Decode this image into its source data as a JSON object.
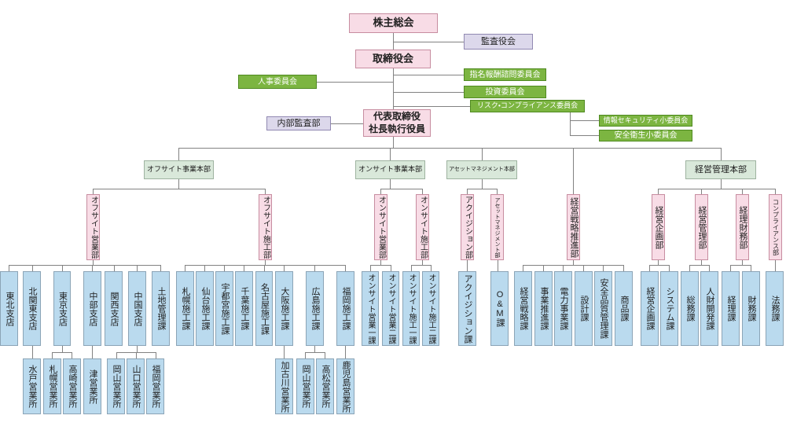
{
  "diagram": {
    "kind": "organization-chart",
    "language": "ja"
  },
  "colors": {
    "background": "#ffffff",
    "connector_line": "#828282",
    "box_styles": {
      "pink": {
        "fill": "#f8dce6",
        "border": "#c78da0",
        "text": "#1e1e1e"
      },
      "green": {
        "fill": "#7cb541",
        "border": "#4f8a20",
        "text": "#ffffff"
      },
      "lightgreen": {
        "fill": "#d9e8da",
        "border": "#9eb3a0",
        "text": "#1e1e1e"
      },
      "lavender": {
        "fill": "#dcd8eb",
        "border": "#9189b2",
        "text": "#1e1e1e"
      },
      "blue": {
        "fill": "#badaee",
        "border": "#8ba4b6",
        "text": "#1e1e1e"
      }
    }
  },
  "nodes": [
    {
      "id": "shareholders-meeting",
      "label": "株主総会",
      "type": "pink",
      "parent": null
    },
    {
      "id": "audit-board",
      "label": "監査役会",
      "type": "lavender",
      "parent": "shareholders-meeting"
    },
    {
      "id": "board-of-directors",
      "label": "取締役会",
      "type": "pink",
      "parent": "shareholders-meeting"
    },
    {
      "id": "hr-committee",
      "label": "人事委員会",
      "type": "green",
      "parent": "board-of-directors"
    },
    {
      "id": "nomination-compensation-committee",
      "label": "指名報酬諮問委員会",
      "type": "green",
      "parent": "board-of-directors"
    },
    {
      "id": "investment-committee",
      "label": "投資委員会",
      "type": "green",
      "parent": "board-of-directors"
    },
    {
      "id": "risk-compliance-committee",
      "label": "リスク・コンプライアンス委員会",
      "type": "green",
      "parent": "board-of-directors"
    },
    {
      "id": "info-security-subcommittee",
      "label": "情報セキュリティ小委員会",
      "type": "green",
      "parent": "risk-compliance-committee"
    },
    {
      "id": "safety-health-subcommittee",
      "label": "安全衛生小委員会",
      "type": "green",
      "parent": "risk-compliance-committee"
    },
    {
      "id": "internal-audit-dept",
      "label": "内部監査部",
      "type": "lavender",
      "parent": "president"
    },
    {
      "id": "president",
      "label": "代表取締役\n社長執行役員",
      "type": "pink",
      "parent": "board-of-directors"
    },
    {
      "id": "offsite-hq",
      "label": "オフサイト事業本部",
      "type": "lightgreen",
      "parent": "president"
    },
    {
      "id": "onsite-hq",
      "label": "オンサイト事業本部",
      "type": "lightgreen",
      "parent": "president"
    },
    {
      "id": "asset-management-hq",
      "label": "アセットマネジメント本部",
      "type": "lightgreen",
      "parent": "president"
    },
    {
      "id": "management-hq",
      "label": "経営管理本部",
      "type": "lightgreen",
      "parent": "president"
    },
    {
      "id": "offsite-sales-dept",
      "label": "オフサイト営業部",
      "type": "pink",
      "parent": "offsite-hq"
    },
    {
      "id": "offsite-construction-dept",
      "label": "オフサイト施工部",
      "type": "pink",
      "parent": "offsite-hq"
    },
    {
      "id": "onsite-sales-dept",
      "label": "オンサイト営業部",
      "type": "pink",
      "parent": "onsite-hq"
    },
    {
      "id": "onsite-construction-dept",
      "label": "オンサイト施工部",
      "type": "pink",
      "parent": "onsite-hq"
    },
    {
      "id": "acquisition-dept",
      "label": "アクイジション部",
      "type": "pink",
      "parent": "asset-management-hq"
    },
    {
      "id": "asset-management-dept",
      "label": "アセットマネジメント部",
      "type": "pink",
      "parent": "asset-management-hq"
    },
    {
      "id": "strategy-promotion-dept",
      "label": "経営戦略推進部",
      "type": "pink",
      "parent": "president"
    },
    {
      "id": "corporate-planning-dept",
      "label": "経営企画部",
      "type": "pink",
      "parent": "management-hq"
    },
    {
      "id": "corporate-admin-dept",
      "label": "経営管理部",
      "type": "pink",
      "parent": "management-hq"
    },
    {
      "id": "accounting-finance-dept",
      "label": "経理財務部",
      "type": "pink",
      "parent": "management-hq"
    },
    {
      "id": "compliance-dept",
      "label": "コンプライアンス部",
      "type": "pink",
      "parent": "management-hq"
    },
    {
      "id": "tohoku-branch",
      "label": "東北支店",
      "type": "blue",
      "parent": "offsite-sales-dept"
    },
    {
      "id": "kitakanto-branch",
      "label": "北関東支店",
      "type": "blue",
      "parent": "offsite-sales-dept"
    },
    {
      "id": "tokyo-branch",
      "label": "東京支店",
      "type": "blue",
      "parent": "offsite-sales-dept"
    },
    {
      "id": "chubu-branch",
      "label": "中部支店",
      "type": "blue",
      "parent": "offsite-sales-dept"
    },
    {
      "id": "kansai-branch",
      "label": "関西支店",
      "type": "blue",
      "parent": "offsite-sales-dept"
    },
    {
      "id": "chugoku-branch",
      "label": "中国支店",
      "type": "blue",
      "parent": "offsite-sales-dept"
    },
    {
      "id": "land-management-section",
      "label": "土地管理課",
      "type": "blue",
      "parent": "offsite-sales-dept"
    },
    {
      "id": "sapporo-construction",
      "label": "札幌施工課",
      "type": "blue",
      "parent": "offsite-construction-dept"
    },
    {
      "id": "sendai-construction",
      "label": "仙台施工課",
      "type": "blue",
      "parent": "offsite-construction-dept"
    },
    {
      "id": "utsunomiya-construction",
      "label": "宇都宮施工課",
      "type": "blue",
      "parent": "offsite-construction-dept"
    },
    {
      "id": "chiba-construction",
      "label": "千葉施工課",
      "type": "blue",
      "parent": "offsite-construction-dept"
    },
    {
      "id": "nagoya-construction",
      "label": "名古屋施工課",
      "type": "blue",
      "parent": "offsite-construction-dept"
    },
    {
      "id": "osaka-construction",
      "label": "大阪施工課",
      "type": "blue",
      "parent": "offsite-construction-dept"
    },
    {
      "id": "hiroshima-construction",
      "label": "広島施工課",
      "type": "blue",
      "parent": "offsite-construction-dept"
    },
    {
      "id": "fukuoka-construction",
      "label": "福岡施工課",
      "type": "blue",
      "parent": "offsite-construction-dept"
    },
    {
      "id": "onsite-sales-1",
      "label": "オンサイト営業一課",
      "type": "blue",
      "parent": "onsite-sales-dept"
    },
    {
      "id": "onsite-sales-2",
      "label": "オンサイト営業二課",
      "type": "blue",
      "parent": "onsite-sales-dept"
    },
    {
      "id": "onsite-construction-1",
      "label": "オンサイト施工一課",
      "type": "blue",
      "parent": "onsite-construction-dept"
    },
    {
      "id": "onsite-construction-2",
      "label": "オンサイト施工二課",
      "type": "blue",
      "parent": "onsite-construction-dept"
    },
    {
      "id": "acquisition-section",
      "label": "アクイジション課",
      "type": "blue",
      "parent": "acquisition-dept"
    },
    {
      "id": "oandm-section",
      "label": "O&M課",
      "type": "blue",
      "parent": "asset-management-dept"
    },
    {
      "id": "strategy-section",
      "label": "経営戦略課",
      "type": "blue",
      "parent": "strategy-promotion-dept"
    },
    {
      "id": "business-promotion-section",
      "label": "事業推進課",
      "type": "blue",
      "parent": "strategy-promotion-dept"
    },
    {
      "id": "power-business-section",
      "label": "電力事業課",
      "type": "blue",
      "parent": "strategy-promotion-dept"
    },
    {
      "id": "design-section",
      "label": "設計課",
      "type": "blue",
      "parent": "strategy-promotion-dept"
    },
    {
      "id": "safety-quality-section",
      "label": "安全品質管理課",
      "type": "blue",
      "parent": "strategy-promotion-dept"
    },
    {
      "id": "product-section",
      "label": "商品課",
      "type": "blue",
      "parent": "strategy-promotion-dept"
    },
    {
      "id": "planning-section",
      "label": "経営企画課",
      "type": "blue",
      "parent": "corporate-planning-dept"
    },
    {
      "id": "system-section",
      "label": "システム課",
      "type": "blue",
      "parent": "corporate-planning-dept"
    },
    {
      "id": "general-affairs-section",
      "label": "総務課",
      "type": "blue",
      "parent": "corporate-admin-dept"
    },
    {
      "id": "hr-development-section",
      "label": "人財開発課",
      "type": "blue",
      "parent": "corporate-admin-dept"
    },
    {
      "id": "accounting-section",
      "label": "経理課",
      "type": "blue",
      "parent": "accounting-finance-dept"
    },
    {
      "id": "finance-section",
      "label": "財務課",
      "type": "blue",
      "parent": "accounting-finance-dept"
    },
    {
      "id": "legal-section",
      "label": "法務課",
      "type": "blue",
      "parent": "compliance-dept"
    },
    {
      "id": "mito-office",
      "label": "水戸営業所",
      "type": "blue",
      "parent": "kitakanto-branch"
    },
    {
      "id": "sapporo-office",
      "label": "札幌営業所",
      "type": "blue",
      "parent": "tokyo-branch"
    },
    {
      "id": "takasaki-office",
      "label": "高崎営業所",
      "type": "blue",
      "parent": "tokyo-branch"
    },
    {
      "id": "tsu-office",
      "label": "津営業所",
      "type": "blue",
      "parent": "chubu-branch"
    },
    {
      "id": "okayama-office",
      "label": "岡山営業所",
      "type": "blue",
      "parent": "chugoku-branch"
    },
    {
      "id": "yamaguchi-office",
      "label": "山口営業所",
      "type": "blue",
      "parent": "chugoku-branch"
    },
    {
      "id": "fukuoka-office",
      "label": "福岡営業所",
      "type": "blue",
      "parent": "chugoku-branch"
    },
    {
      "id": "kakogawa-office",
      "label": "加古川営業所",
      "type": "blue",
      "parent": "osaka-construction"
    },
    {
      "id": "okayama-office-2",
      "label": "岡山営業所",
      "type": "blue",
      "parent": "hiroshima-construction"
    },
    {
      "id": "takamatsu-office",
      "label": "高松営業所",
      "type": "blue",
      "parent": "hiroshima-construction"
    },
    {
      "id": "kagoshima-office",
      "label": "鹿児島営業所",
      "type": "blue",
      "parent": "fukuoka-construction"
    }
  ]
}
